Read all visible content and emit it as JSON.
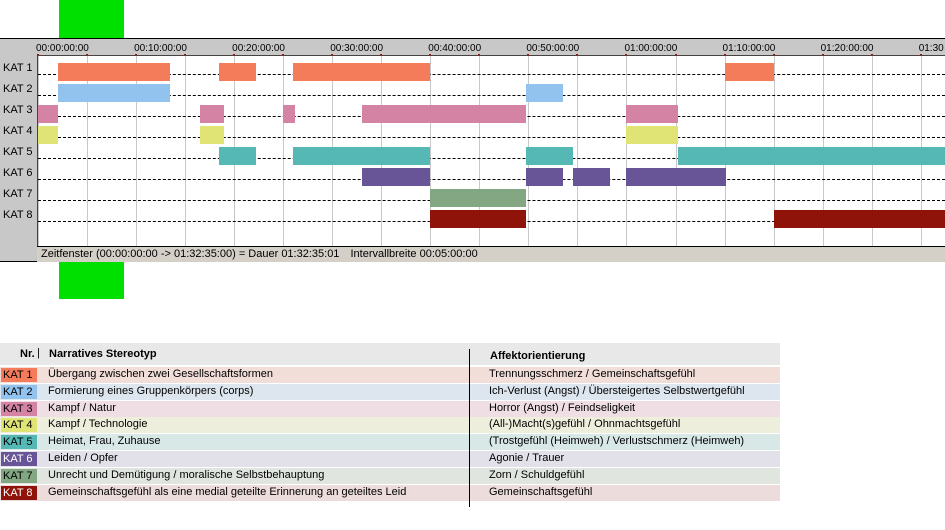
{
  "timeline": {
    "ticks": [
      "00:00:00:00",
      "00:10:00:00",
      "00:20:00:00",
      "00:30:00:00",
      "00:40:00:00",
      "00:50:00:00",
      "01:00:00:00",
      "01:10:00:00",
      "01:20:00:00",
      "01:30"
    ],
    "tick_minutes": [
      0,
      10,
      20,
      30,
      40,
      50,
      60,
      70,
      80,
      90
    ],
    "view_minutes": [
      0,
      92.58
    ],
    "rows": [
      {
        "label": "KAT 1",
        "color": "#f47c5a",
        "segments": [
          [
            2,
            13.5
          ],
          [
            18.5,
            22.2
          ],
          [
            26,
            40
          ],
          [
            70,
            75
          ]
        ]
      },
      {
        "label": "KAT 2",
        "color": "#92c2ee",
        "segments": [
          [
            2,
            13.5
          ],
          [
            49.8,
            53.5
          ]
        ]
      },
      {
        "label": "KAT 3",
        "color": "#d583a4",
        "segments": [
          [
            0,
            2
          ],
          [
            16.5,
            19
          ],
          [
            25,
            26.2
          ],
          [
            33,
            49.8
          ],
          [
            60,
            65.3
          ]
        ]
      },
      {
        "label": "KAT 4",
        "color": "#dfe475",
        "segments": [
          [
            0,
            2
          ],
          [
            16.5,
            19
          ],
          [
            60,
            65.3
          ]
        ]
      },
      {
        "label": "KAT 5",
        "color": "#55b8b5",
        "segments": [
          [
            18.5,
            22.2
          ],
          [
            26,
            40
          ],
          [
            49.8,
            54.5
          ],
          [
            65.3,
            92.58
          ]
        ]
      },
      {
        "label": "KAT 6",
        "color": "#675597",
        "segments": [
          [
            33,
            40
          ],
          [
            49.8,
            53.5
          ],
          [
            54.5,
            58.3
          ],
          [
            60,
            70.2
          ]
        ]
      },
      {
        "label": "KAT 7",
        "color": "#83a683",
        "segments": [
          [
            40,
            49.8
          ]
        ]
      },
      {
        "label": "KAT 8",
        "color": "#8f1308",
        "segments": [
          [
            40,
            49.8
          ],
          [
            75,
            92.58
          ]
        ]
      }
    ],
    "status": {
      "zeitfenster": "Zeitfenster (00:00:00:00 -> 01:32:35:00) = Dauer 01:32:35:01",
      "intervall": "Intervallbreite 00:05:00:00"
    }
  },
  "legend": {
    "headers": {
      "nr": "Nr.",
      "stereotyp": "Narratives Stereotyp",
      "affekt": "Affektorientierung"
    },
    "rows": [
      {
        "kat": "KAT 1",
        "color": "#f47c5a",
        "bg": "#f2ded9",
        "stereotyp": "Übergang zwischen zwei Gesellschaftsformen",
        "affekt": "Trennungsschmerz / Gemeinschaftsgefühl"
      },
      {
        "kat": "KAT 2",
        "color": "#92c2ee",
        "bg": "#dde6ef",
        "stereotyp": "Formierung eines Gruppenkörpers (corps)",
        "affekt": "Ich-Verlust (Angst) / Übersteigertes Selbstwertgefühl"
      },
      {
        "kat": "KAT 3",
        "color": "#d583a4",
        "bg": "#efdfe5",
        "stereotyp": "Kampf / Natur",
        "affekt": "Horror (Angst) / Feindseligkeit"
      },
      {
        "kat": "KAT 4",
        "color": "#dfe475",
        "bg": "#eeeedc",
        "stereotyp": "Kampf / Technologie",
        "affekt": "(All-)Macht(s)gefühl / Ohnmachtsgefühl"
      },
      {
        "kat": "KAT 5",
        "color": "#55b8b5",
        "bg": "#d8e8e7",
        "stereotyp": "Heimat, Frau, Zuhause",
        "affekt": "(Trostgefühl (Heimweh) / Verlustschmerz (Heimweh)"
      },
      {
        "kat": "KAT 6",
        "color": "#675597",
        "bg": "#e2e0e8",
        "stereotyp": "Leiden / Opfer",
        "affekt": "Agonie / Trauer"
      },
      {
        "kat": "KAT 7",
        "color": "#83a683",
        "bg": "#e0e6df",
        "stereotyp": "Unrecht und Demütigung / moralische Selbstbehauptung",
        "affekt": "Zorn / Schuldgefühl"
      },
      {
        "kat": "KAT 8",
        "color": "#8f1308",
        "bg": "#ecdcdb",
        "stereotyp": "Gemeinschaftsgefühl als eine medial geteilte Erinnerung an geteiltes Leid",
        "affekt": "Gemeinschaftsgefühl"
      }
    ]
  }
}
